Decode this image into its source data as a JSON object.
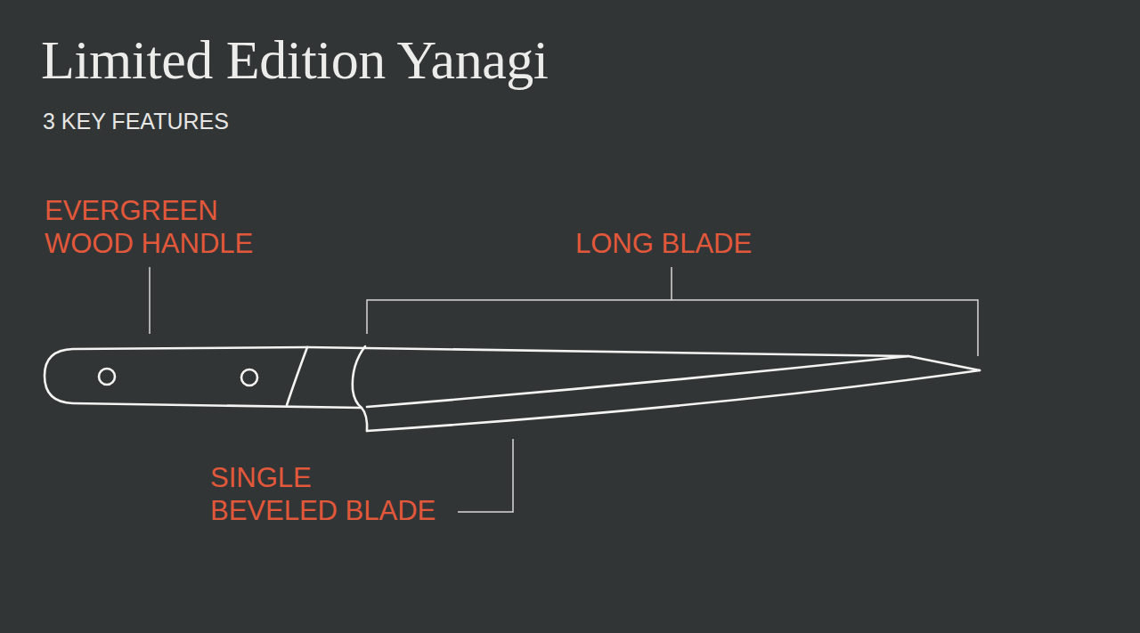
{
  "diagram": {
    "title": "Limited Edition Yanagi",
    "labels": [
      "3 KEY FEATURES",
      "EVERGREEN WOOD HANDLE",
      "LONG BLADE",
      "SINGLE BEVELED BLADE"
    ]
  }
}
